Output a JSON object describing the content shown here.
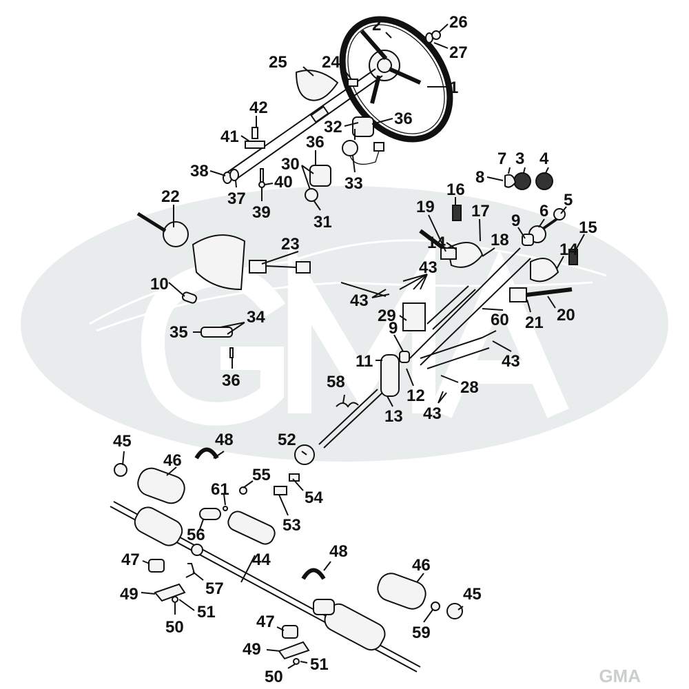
{
  "diagram": {
    "title": "Steering column and rack exploded diagram",
    "watermark": {
      "text": "GMA",
      "oval_color": "#e9ecec",
      "text_color": "#ffffff"
    },
    "callouts": [
      {
        "id": "c1",
        "num": "1"
      },
      {
        "id": "c2",
        "num": "2"
      },
      {
        "id": "c3",
        "num": "3"
      },
      {
        "id": "c4",
        "num": "4"
      },
      {
        "id": "c5",
        "num": "5"
      },
      {
        "id": "c6",
        "num": "6"
      },
      {
        "id": "c7",
        "num": "7"
      },
      {
        "id": "c8",
        "num": "8"
      },
      {
        "id": "c9a",
        "num": "9"
      },
      {
        "id": "c9b",
        "num": "9"
      },
      {
        "id": "c10",
        "num": "10"
      },
      {
        "id": "c11",
        "num": "11"
      },
      {
        "id": "c12",
        "num": "12"
      },
      {
        "id": "c13",
        "num": "13"
      },
      {
        "id": "c14a",
        "num": "14"
      },
      {
        "id": "c14b",
        "num": "14"
      },
      {
        "id": "c15",
        "num": "15"
      },
      {
        "id": "c16",
        "num": "16"
      },
      {
        "id": "c17",
        "num": "17"
      },
      {
        "id": "c18",
        "num": "18"
      },
      {
        "id": "c19",
        "num": "19"
      },
      {
        "id": "c20",
        "num": "20"
      },
      {
        "id": "c21",
        "num": "21"
      },
      {
        "id": "c22",
        "num": "22"
      },
      {
        "id": "c23",
        "num": "23"
      },
      {
        "id": "c24",
        "num": "24"
      },
      {
        "id": "c25",
        "num": "25"
      },
      {
        "id": "c26",
        "num": "26"
      },
      {
        "id": "c27",
        "num": "27"
      },
      {
        "id": "c28",
        "num": "28"
      },
      {
        "id": "c29",
        "num": "29"
      },
      {
        "id": "c30",
        "num": "30"
      },
      {
        "id": "c31",
        "num": "31"
      },
      {
        "id": "c32",
        "num": "32"
      },
      {
        "id": "c33",
        "num": "33"
      },
      {
        "id": "c34",
        "num": "34"
      },
      {
        "id": "c35",
        "num": "35"
      },
      {
        "id": "c36a",
        "num": "36"
      },
      {
        "id": "c36b",
        "num": "36"
      },
      {
        "id": "c36c",
        "num": "36"
      },
      {
        "id": "c37",
        "num": "37"
      },
      {
        "id": "c38",
        "num": "38"
      },
      {
        "id": "c39",
        "num": "39"
      },
      {
        "id": "c40",
        "num": "40"
      },
      {
        "id": "c41",
        "num": "41"
      },
      {
        "id": "c42",
        "num": "42"
      },
      {
        "id": "c43a",
        "num": "43"
      },
      {
        "id": "c43b",
        "num": "43"
      },
      {
        "id": "c43c",
        "num": "43"
      },
      {
        "id": "c43d",
        "num": "43"
      },
      {
        "id": "c44",
        "num": "44"
      },
      {
        "id": "c45a",
        "num": "45"
      },
      {
        "id": "c45b",
        "num": "45"
      },
      {
        "id": "c46a",
        "num": "46"
      },
      {
        "id": "c46b",
        "num": "46"
      },
      {
        "id": "c47a",
        "num": "47"
      },
      {
        "id": "c47b",
        "num": "47"
      },
      {
        "id": "c48a",
        "num": "48"
      },
      {
        "id": "c48b",
        "num": "48"
      },
      {
        "id": "c49a",
        "num": "49"
      },
      {
        "id": "c49b",
        "num": "49"
      },
      {
        "id": "c50a",
        "num": "50"
      },
      {
        "id": "c50b",
        "num": "50"
      },
      {
        "id": "c51a",
        "num": "51"
      },
      {
        "id": "c51b",
        "num": "51"
      },
      {
        "id": "c52",
        "num": "52"
      },
      {
        "id": "c53",
        "num": "53"
      },
      {
        "id": "c54",
        "num": "54"
      },
      {
        "id": "c55",
        "num": "55"
      },
      {
        "id": "c56",
        "num": "56"
      },
      {
        "id": "c57",
        "num": "57"
      },
      {
        "id": "c58",
        "num": "58"
      },
      {
        "id": "c59",
        "num": "59"
      },
      {
        "id": "c60",
        "num": "60"
      },
      {
        "id": "c61",
        "num": "61"
      }
    ]
  }
}
